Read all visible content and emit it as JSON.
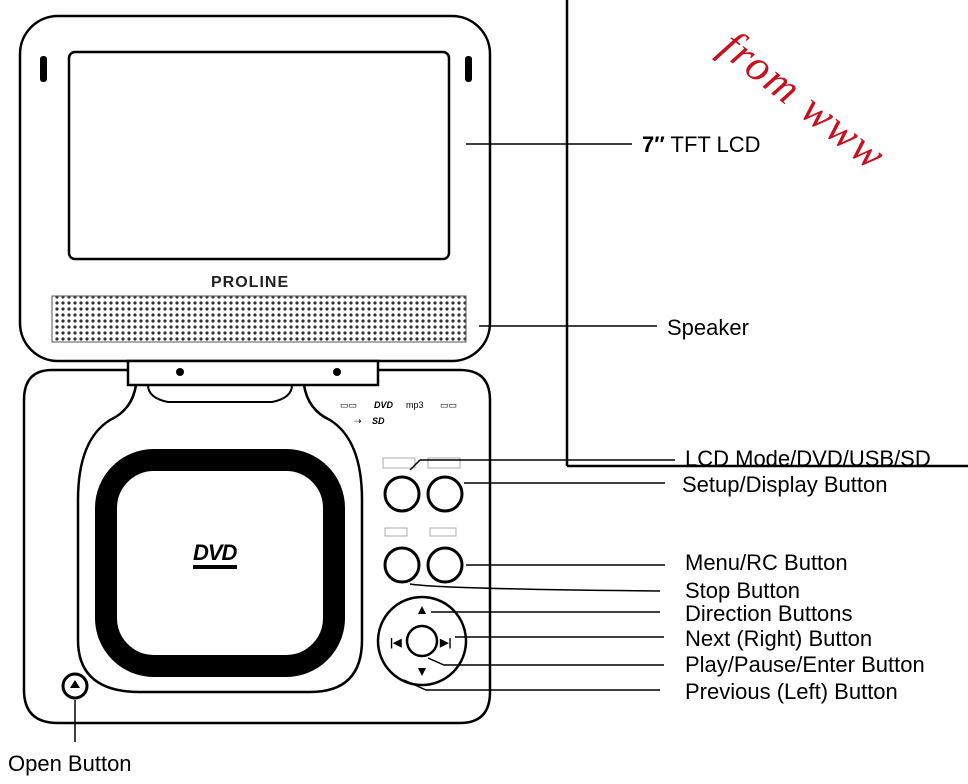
{
  "brand": "PROLINE",
  "disc_logo": "DVD",
  "watermark": "from www",
  "labels": {
    "lcd_size": "7″",
    "lcd_type": "TFT LCD",
    "speaker": "Speaker",
    "lcd_mode": "LCD Mode/DVD/USB/SD",
    "setup": "Setup/Display Button",
    "menu": "Menu/RC Button",
    "stop": "Stop Button",
    "direction": "Direction Buttons",
    "next": "Next (Right) Button",
    "play": "Play/Pause/Enter Button",
    "previous": "Previous (Left) Button",
    "open": "Open Button"
  },
  "colors": {
    "line": "#000000",
    "watermark": "#c8101e"
  }
}
